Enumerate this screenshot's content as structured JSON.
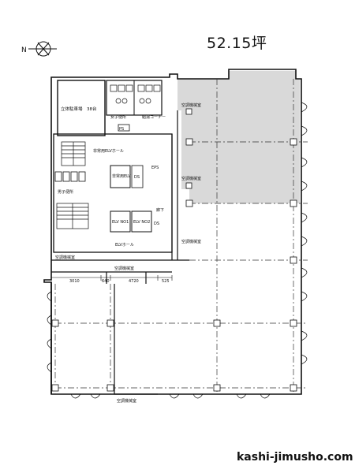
{
  "header": {
    "area": "52.15坪"
  },
  "footer": {
    "site": "kashi-jimusho.com"
  },
  "compass": {
    "north": "N"
  },
  "rooms": {
    "parking": "立体駐車場　38台",
    "womens_wc": "女子便所",
    "mens_wc": "男子便所",
    "water_corner": "給湯コーナー",
    "ps": "PS",
    "ds1": "DS",
    "ds2": "DS",
    "eps": "EPS",
    "emergency_elv_hall": "非常用ELVホール",
    "emergency_elv": "非常用ELV",
    "elv1": "ELV NO1",
    "elv2": "ELV NO2",
    "elv_hall": "ELVホール",
    "corridor": "廊下",
    "ac1": "空調機械室",
    "ac2": "空調機械室",
    "ac3": "空調機械室",
    "ac4": "空調機械室",
    "ac5": "空調機械室",
    "ac6": "空調機械室"
  },
  "dims": {
    "d1": "3010",
    "d2": "640",
    "d3": "4720",
    "d4": "525"
  },
  "colors": {
    "leased": "#d9d9d9",
    "line": "#111111",
    "grid": "#333333"
  }
}
